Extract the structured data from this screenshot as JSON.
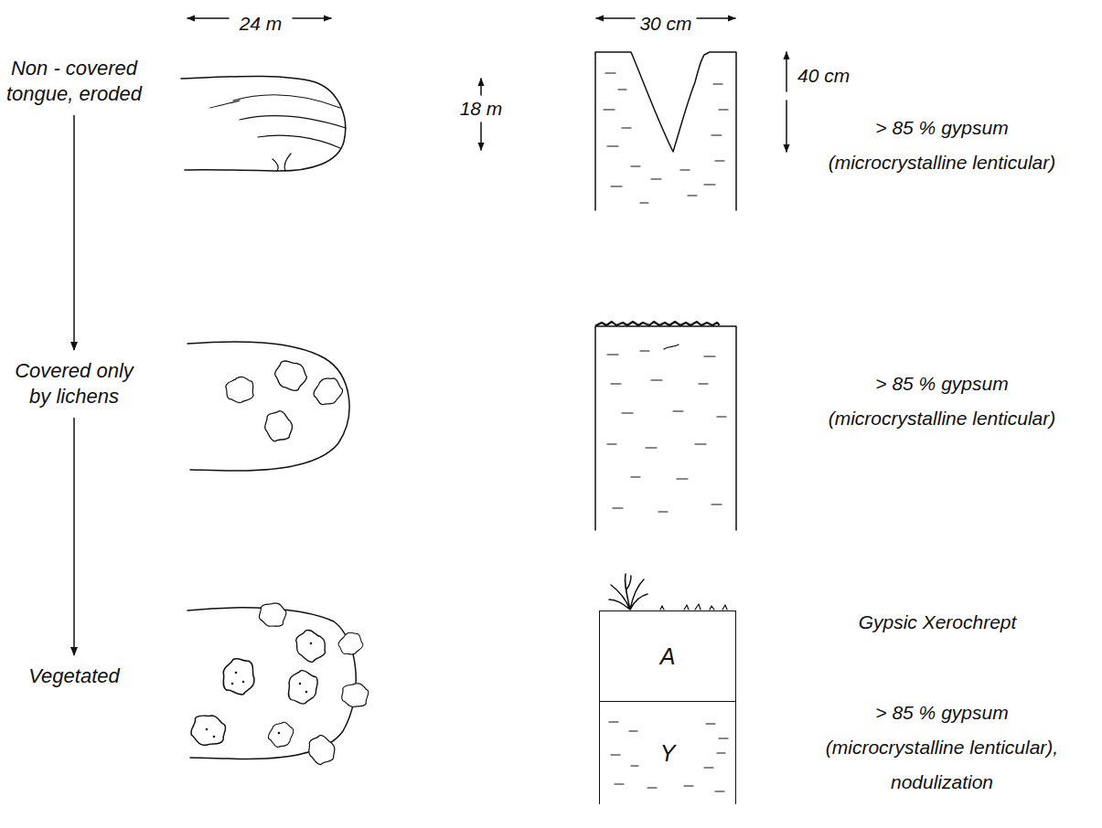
{
  "diagram": {
    "nodes": [
      {
        "text": [
          "Non - covered tongue, eroded"
        ]
      },
      {
        "text": [
          "Covered only by lichens"
        ]
      },
      {
        "text": [
          "Vegetated"
        ]
      },
      {
        "text": [
          "A"
        ]
      },
      {
        "text": [
          "Y"
        ]
      }
    ],
    "edges": [
      {
        "from": 0,
        "to": 1,
        "arrow": "to"
      },
      {
        "from": 1,
        "to": 2,
        "arrow": "to"
      }
    ],
    "labels": [
      "24 m",
      "18 m",
      "30 cm",
      "40 cm",
      "> 85 % gypsum (microcrystalline lenticular)",
      "> 85 % gypsum (microcrystalline lenticular)",
      "Gypsic Xerochrept",
      "> 85 % gypsum (microcrystalline lenticular), nodulization"
    ]
  }
}
